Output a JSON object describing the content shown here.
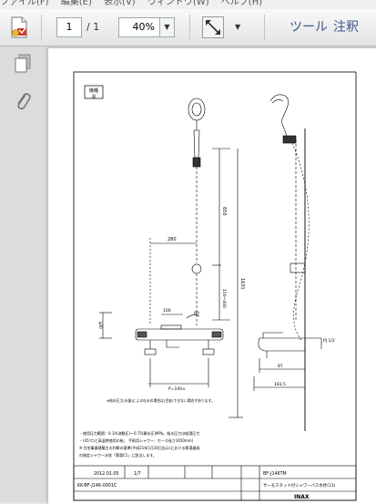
{
  "menu": {
    "items": [
      "ファイル(F)",
      "編集(E)",
      "表示(V)",
      "ウィンドウ(W)",
      "ヘルプ(H)"
    ]
  },
  "toolbar": {
    "page_current": "1",
    "page_total": "/ 1",
    "zoom": "40%",
    "tools_label": "ツール",
    "comment_label": "注釈"
  },
  "drawing": {
    "corner_mark": "機種",
    "corner_sub": "図",
    "dimensions": {
      "d650": "650",
      "d280": "280",
      "d1631": "1631",
      "d150_400": "150~400",
      "d100": "100",
      "d60": "60",
      "d87": "87",
      "d183_5": "183.5",
      "pj": "PJ 1/2",
      "pitch": "P=100±",
      "kozure": "φ30"
    },
    "note_caption": "※給水圧力(水量)による吐水の場合は(目安)できない場合があります。",
    "spec_notes": [
      "・使用圧力範囲：0.14(流動圧)～0.75(静水圧)MPa。給水圧力は給湯圧力",
      "・(45℃)と高温時使用の給、 手術用シャワー、ホース長さ1650mm)",
      "※ 住宅事業建築主の判断の基準(平成21年1月30日告示)における節湯器具",
      "の指定シャワー水栓「節湯C1」に該当します。"
    ],
    "title_block": {
      "date": "2012.01.05",
      "scale": "1/7",
      "model": "BF-J146TM",
      "product_name": "サーモスタット付シャワーバス水栓(13)",
      "drawing_no": "KK-BF-J146-0001C",
      "brand": "INAX"
    }
  }
}
